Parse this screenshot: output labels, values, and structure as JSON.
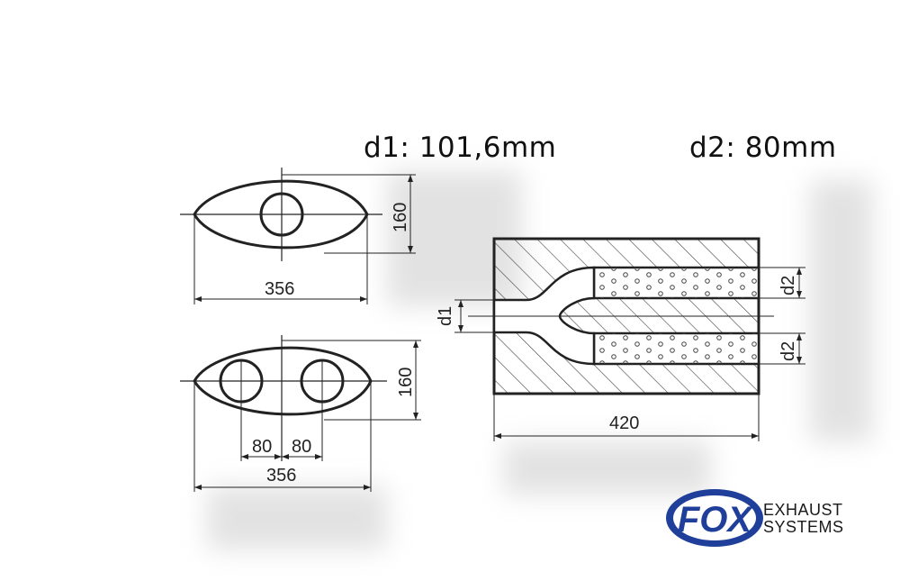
{
  "header": {
    "d1_label": "d1: 101,6mm",
    "d2_label": "d2: 80mm"
  },
  "top_view_1": {
    "height_dim": "160",
    "width_dim": "356"
  },
  "top_view_2": {
    "height_dim": "160",
    "left_offset_dim": "80",
    "right_offset_dim": "80",
    "width_dim": "356"
  },
  "section_view": {
    "d1_dim": "d1",
    "d2_top_dim": "d2",
    "d2_bottom_dim": "d2",
    "length_dim": "420"
  },
  "brand": {
    "logo_text": "FOX",
    "line1": "EXHAUST",
    "line2": "SYSTEMS",
    "logo_color": "#1f3f9a"
  }
}
